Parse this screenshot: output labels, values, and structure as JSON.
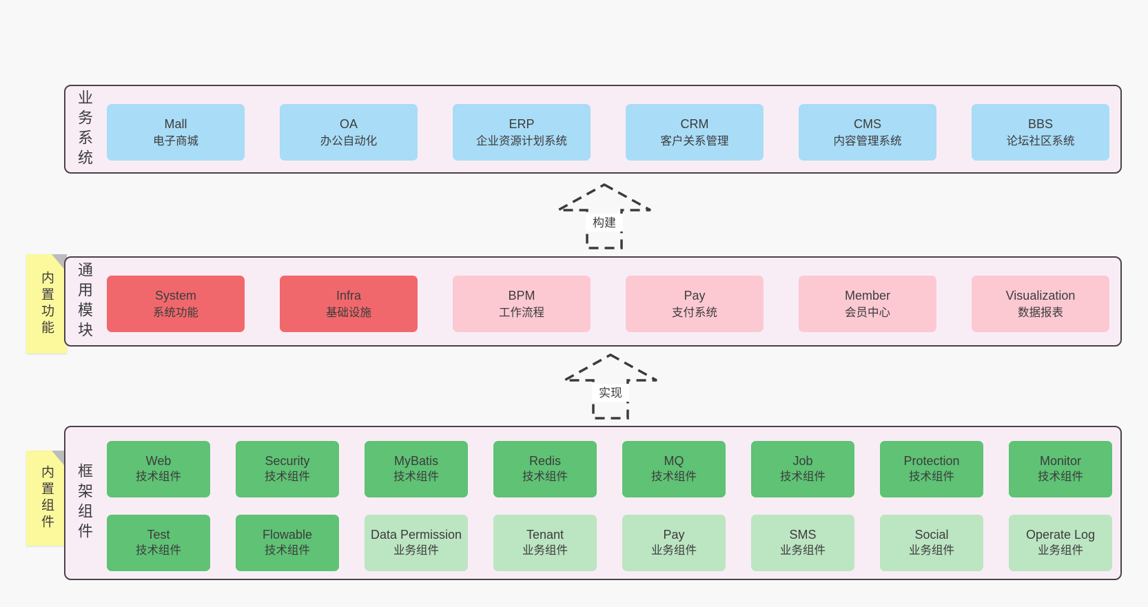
{
  "colors": {
    "page_background": "#f8f8f8",
    "container_fill": "#f8edf5",
    "container_border": "#4a4147",
    "business_box": "#a9dcf6",
    "module_strong_box": "#f1686c",
    "module_soft_box": "#fcc9d3",
    "framework_tech_box": "#5fc275",
    "framework_biz_box": "#bce5c2",
    "sticky_note": "#fbf99b",
    "note_fold": "#bcbcbf",
    "text": "#3c3c3c"
  },
  "arrows": {
    "build": "构建",
    "implement": "实现"
  },
  "business": {
    "label": "业务系统",
    "items": [
      {
        "name": "Mall",
        "desc": "电子商城"
      },
      {
        "name": "OA",
        "desc": "办公自动化"
      },
      {
        "name": "ERP",
        "desc": "企业资源计划系统"
      },
      {
        "name": "CRM",
        "desc": "客户关系管理"
      },
      {
        "name": "CMS",
        "desc": "内容管理系统"
      },
      {
        "name": "BBS",
        "desc": "论坛社区系统"
      }
    ]
  },
  "modules": {
    "label": "通用模块",
    "note": "内置功能",
    "items": [
      {
        "name": "System",
        "desc": "系统功能",
        "variant": "strong"
      },
      {
        "name": "Infra",
        "desc": "基础设施",
        "variant": "strong"
      },
      {
        "name": "BPM",
        "desc": "工作流程",
        "variant": "soft"
      },
      {
        "name": "Pay",
        "desc": "支付系统",
        "variant": "soft"
      },
      {
        "name": "Member",
        "desc": "会员中心",
        "variant": "soft"
      },
      {
        "name": "Visualization",
        "desc": "数据报表",
        "variant": "soft"
      }
    ]
  },
  "framework": {
    "label": "框架组件",
    "note": "内置组件",
    "rows": [
      {
        "items": [
          {
            "name": "Web",
            "desc": "技术组件",
            "variant": "tech"
          },
          {
            "name": "Security",
            "desc": "技术组件",
            "variant": "tech"
          },
          {
            "name": "MyBatis",
            "desc": "技术组件",
            "variant": "tech"
          },
          {
            "name": "Redis",
            "desc": "技术组件",
            "variant": "tech"
          },
          {
            "name": "MQ",
            "desc": "技术组件",
            "variant": "tech"
          },
          {
            "name": "Job",
            "desc": "技术组件",
            "variant": "tech"
          },
          {
            "name": "Protection",
            "desc": "技术组件",
            "variant": "tech"
          },
          {
            "name": "Monitor",
            "desc": "技术组件",
            "variant": "tech"
          }
        ]
      },
      {
        "items": [
          {
            "name": "Test",
            "desc": "技术组件",
            "variant": "tech"
          },
          {
            "name": "Flowable",
            "desc": "技术组件",
            "variant": "tech"
          },
          {
            "name": "Data Permission",
            "desc": "业务组件",
            "variant": "biz"
          },
          {
            "name": "Tenant",
            "desc": "业务组件",
            "variant": "biz"
          },
          {
            "name": "Pay",
            "desc": "业务组件",
            "variant": "biz"
          },
          {
            "name": "SMS",
            "desc": "业务组件",
            "variant": "biz"
          },
          {
            "name": "Social",
            "desc": "业务组件",
            "variant": "biz"
          },
          {
            "name": "Operate Log",
            "desc": "业务组件",
            "variant": "biz"
          }
        ]
      }
    ]
  }
}
